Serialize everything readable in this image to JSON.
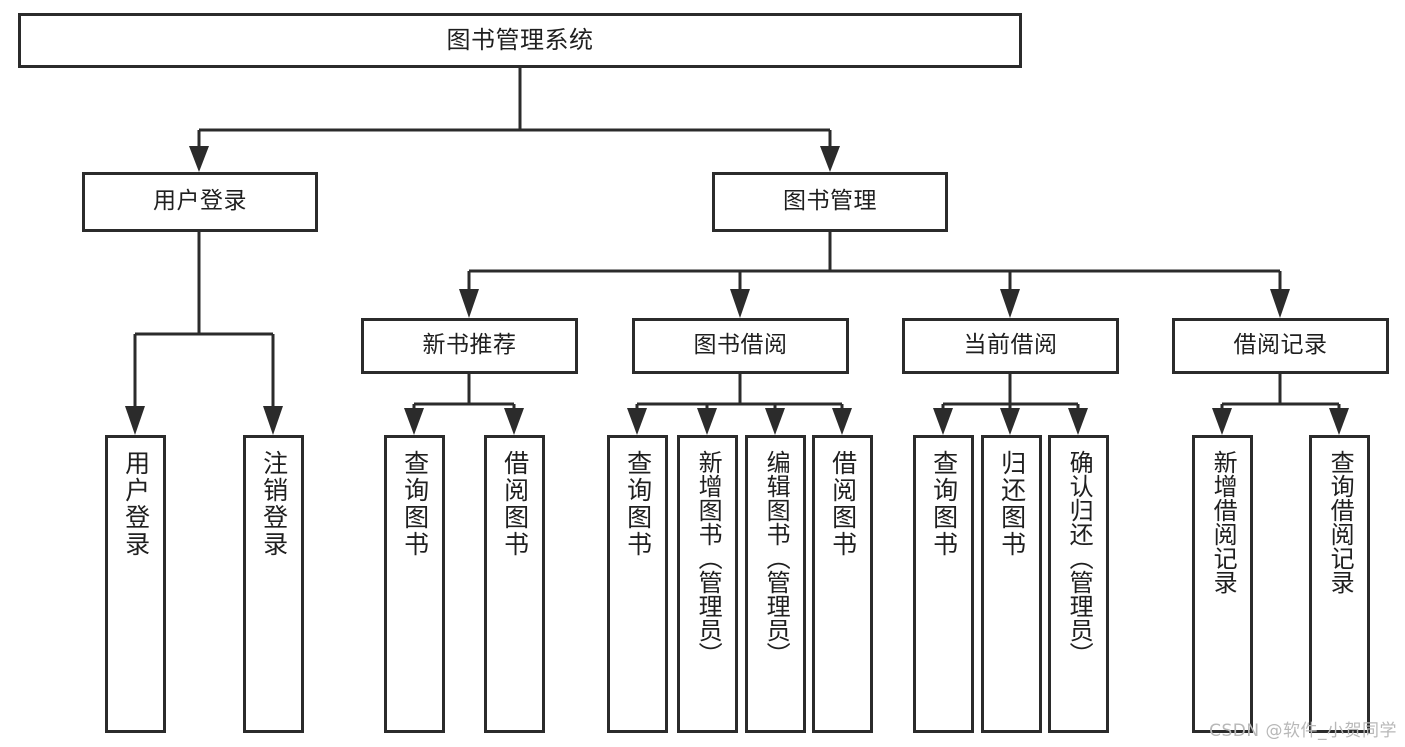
{
  "diagram": {
    "title": "图书管理系统",
    "type": "tree-hierarchy",
    "watermark": "CSDN @软件_小贺同学",
    "colors": {
      "stroke": "#2b2b2b",
      "box_fill": "#ffffff",
      "text": "#1f1f1f",
      "background": "#ffffff",
      "watermark": "#b8b8b8"
    },
    "nodes": {
      "root": {
        "label": "图书管理系统"
      },
      "level2": [
        {
          "label": "用户登录"
        },
        {
          "label": "图书管理"
        }
      ],
      "level3": [
        {
          "label": "新书推荐"
        },
        {
          "label": "图书借阅"
        },
        {
          "label": "当前借阅"
        },
        {
          "label": "借阅记录"
        }
      ],
      "leaves": {
        "user_login": [
          {
            "label": "用户登录"
          },
          {
            "label": "注销登录"
          }
        ],
        "new_book_recommend": [
          {
            "label": "查询图书"
          },
          {
            "label": "借阅图书"
          }
        ],
        "book_borrow": [
          {
            "label": "查询图书"
          },
          {
            "label": "新增图书（管理员）"
          },
          {
            "label": "编辑图书（管理员）"
          },
          {
            "label": "借阅图书"
          }
        ],
        "current_borrow": [
          {
            "label": "查询图书"
          },
          {
            "label": "归还图书"
          },
          {
            "label": "确认归还（管理员）"
          }
        ],
        "borrow_record": [
          {
            "label": "新增借阅记录"
          },
          {
            "label": "查询借阅记录"
          }
        ]
      }
    }
  }
}
